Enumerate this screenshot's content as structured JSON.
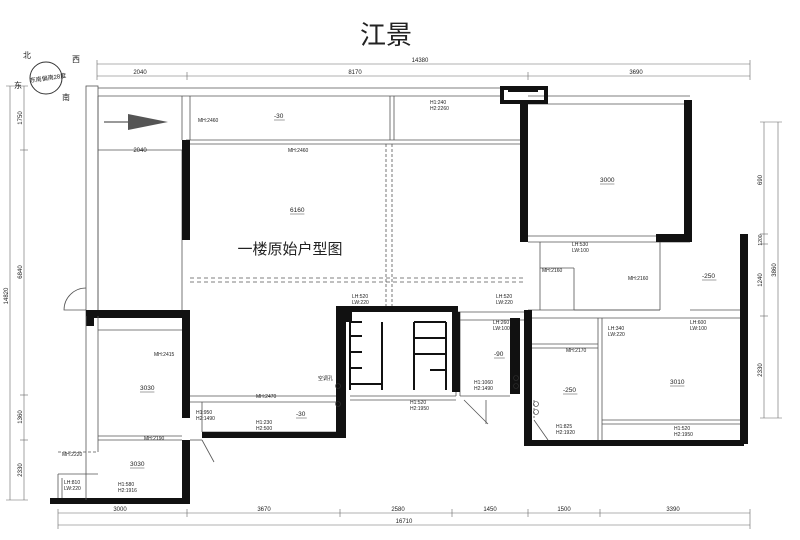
{
  "title": "江景",
  "subtitle": "一楼原始户型图",
  "compass": {
    "label": "东南偏南28度",
    "letters": [
      "北",
      "东",
      "南",
      "西"
    ]
  },
  "dimensions": {
    "top_total": "14380",
    "top_segments": [
      "2040",
      "8170",
      "3690"
    ],
    "bottom_segments": [
      "3000",
      "3670",
      "2580",
      "1450",
      "1500",
      "3390"
    ],
    "bottom_total": "16710",
    "left_total": "14820",
    "left_segments": [
      "1750",
      "6840",
      "1360",
      "2330"
    ],
    "right_segments": [
      "690",
      "1200",
      "1240",
      "2330"
    ],
    "right_total": "3860",
    "inner_2040": "2040"
  },
  "room_labels": [
    {
      "id": "mh2460a",
      "text": "MH:2460"
    },
    {
      "id": "neg30a",
      "text": "-30"
    },
    {
      "id": "h1240",
      "text": "H1:240"
    },
    {
      "id": "h2260",
      "text": "H2:2260"
    },
    {
      "id": "mh2460b",
      "text": "MH:2460"
    },
    {
      "id": "h3000",
      "text": "3000"
    },
    {
      "id": "h6160",
      "text": "6160"
    },
    {
      "id": "lh530",
      "text": "LH:530"
    },
    {
      "id": "lw100a",
      "text": "LW:100"
    },
    {
      "id": "mh2160a",
      "text": "MH:2160"
    },
    {
      "id": "mh2160b",
      "text": "MH:2160"
    },
    {
      "id": "neg250a",
      "text": "-250"
    },
    {
      "id": "lh520a",
      "text": "LH:520"
    },
    {
      "id": "lw220a",
      "text": "LW:220"
    },
    {
      "id": "lh520b",
      "text": "LH:520"
    },
    {
      "id": "lw220b",
      "text": "LW:220"
    },
    {
      "id": "lh260",
      "text": "LH:260"
    },
    {
      "id": "lw100b",
      "text": "LW:100"
    },
    {
      "id": "lh340",
      "text": "LH:340"
    },
    {
      "id": "lw220c",
      "text": "LW:220"
    },
    {
      "id": "lh600",
      "text": "LH:600"
    },
    {
      "id": "lw100c",
      "text": "LW:100"
    },
    {
      "id": "mh2415",
      "text": "MH:2415"
    },
    {
      "id": "neg90",
      "text": "-90"
    },
    {
      "id": "mh2170",
      "text": "MH:2170"
    },
    {
      "id": "h3030a",
      "text": "3030"
    },
    {
      "id": "ac_hole",
      "text": "空调孔"
    },
    {
      "id": "h1060",
      "text": "H1:1060"
    },
    {
      "id": "h2_1490a",
      "text": "H2:1490"
    },
    {
      "id": "neg250b",
      "text": "-250"
    },
    {
      "id": "h3010",
      "text": "3010"
    },
    {
      "id": "mh2470",
      "text": "MH:2470"
    },
    {
      "id": "h1520a",
      "text": "H1:520"
    },
    {
      "id": "h2_1950a",
      "text": "H2:1950"
    },
    {
      "id": "h1950",
      "text": "H1:950"
    },
    {
      "id": "h2_1490b",
      "text": "H2:1490"
    },
    {
      "id": "h1230",
      "text": "H1:230"
    },
    {
      "id": "h2500",
      "text": "H2:500"
    },
    {
      "id": "neg30b",
      "text": "-30"
    },
    {
      "id": "h825",
      "text": "H1:825"
    },
    {
      "id": "h2_1920",
      "text": "H2:1920"
    },
    {
      "id": "h1520b",
      "text": "H1:520"
    },
    {
      "id": "h2_1950b",
      "text": "H2:1950"
    },
    {
      "id": "mh2190",
      "text": "MH:2190"
    },
    {
      "id": "mh2220",
      "text": "MH:2220"
    },
    {
      "id": "h3030b",
      "text": "3030"
    },
    {
      "id": "lh810",
      "text": "LH:810"
    },
    {
      "id": "lw220d",
      "text": "LW:220"
    },
    {
      "id": "h1580",
      "text": "H1:580"
    },
    {
      "id": "h2_1916",
      "text": "H2:1916"
    }
  ]
}
